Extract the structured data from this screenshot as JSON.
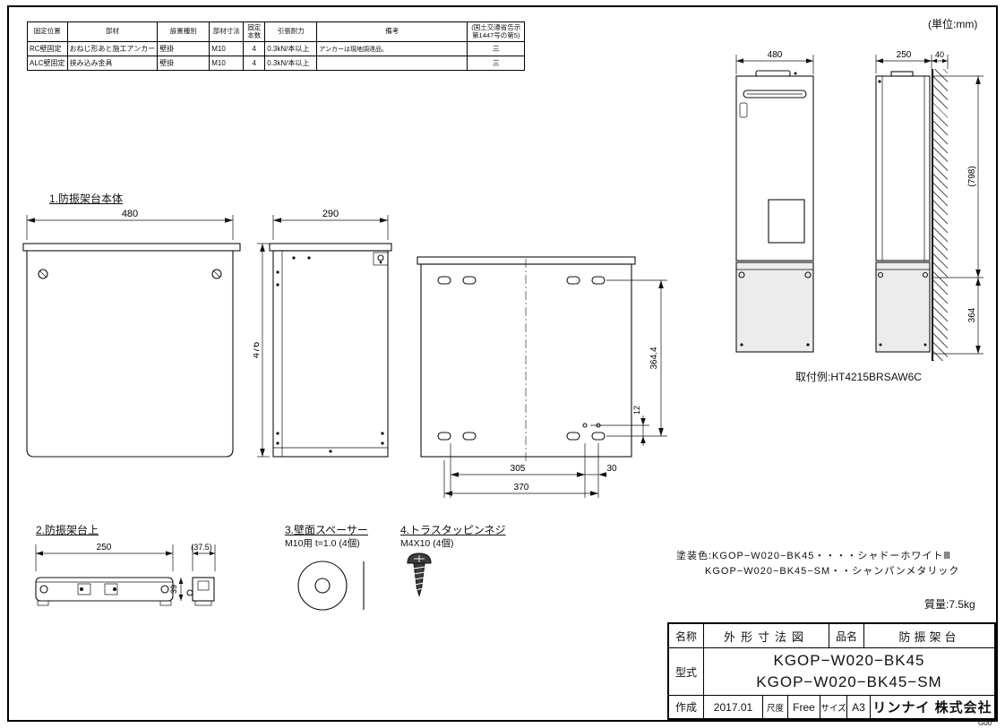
{
  "unit_note": "(単位:mm)",
  "page_code": "G00",
  "spec_table": {
    "headers": [
      "固定位置",
      "部材",
      "設置種別",
      "部材寸法",
      "固定\n本数",
      "引張耐力",
      "備考",
      "(国土交通省告示\n第1447号の第5)"
    ],
    "rows": [
      [
        "RC壁固定",
        "おねじ形あと施工アンカー",
        "壁掛",
        "M10",
        "4",
        "0.3kN/本以上",
        "アンカーは現地調達品。",
        "三"
      ],
      [
        "ALC壁固定",
        "挟み込み金具",
        "壁掛",
        "M10",
        "4",
        "0.3kN/本以上",
        "",
        "三"
      ]
    ]
  },
  "sections": {
    "body_title": "1.防振架台本体",
    "top_title": "2.防振架台上",
    "spacer_title": "3.壁面スペーサー",
    "spacer_spec": "M10用 t=1.0 (4個)",
    "screw_title": "4.トラスタッピンネジ",
    "screw_spec": "M4X10 (4個)"
  },
  "dims": {
    "front_w": "480",
    "side_d": "290",
    "side_h": "476",
    "back_slot_h": "364.4",
    "back_offset": "12",
    "back_w1": "305",
    "back_w2": "30",
    "back_w3": "370",
    "unit_front_w": "480",
    "unit_side_d": "250",
    "unit_gap": "40",
    "unit_h": "(798)",
    "unit_lower_h": "364",
    "top_w": "250",
    "top_d": "(37.5)",
    "top_h": "39"
  },
  "mount_example": "取付例:HT4215BRSAW6C",
  "paint": {
    "line1": "塗装色:KGOP−W020−BK45・・・・シャドーホワイトⅢ",
    "line2": "KGOP−W020−BK45−SM・・シャンパンメタリック"
  },
  "mass": "質量:7.5kg",
  "title_block": {
    "name_label": "名称",
    "drawing_title": "外形寸法図",
    "item_label": "品名",
    "item_value": "防振架台",
    "model_label": "型式",
    "model_1": "KGOP−W020−BK45",
    "model_2": "KGOP−W020−BK45−SM",
    "date_label": "作成",
    "date_value": "2017.01",
    "scale_label": "尺度",
    "scale_value": "Free",
    "size_label": "サイズ",
    "size_value": "A3",
    "company": "リンナイ 株式会社"
  }
}
